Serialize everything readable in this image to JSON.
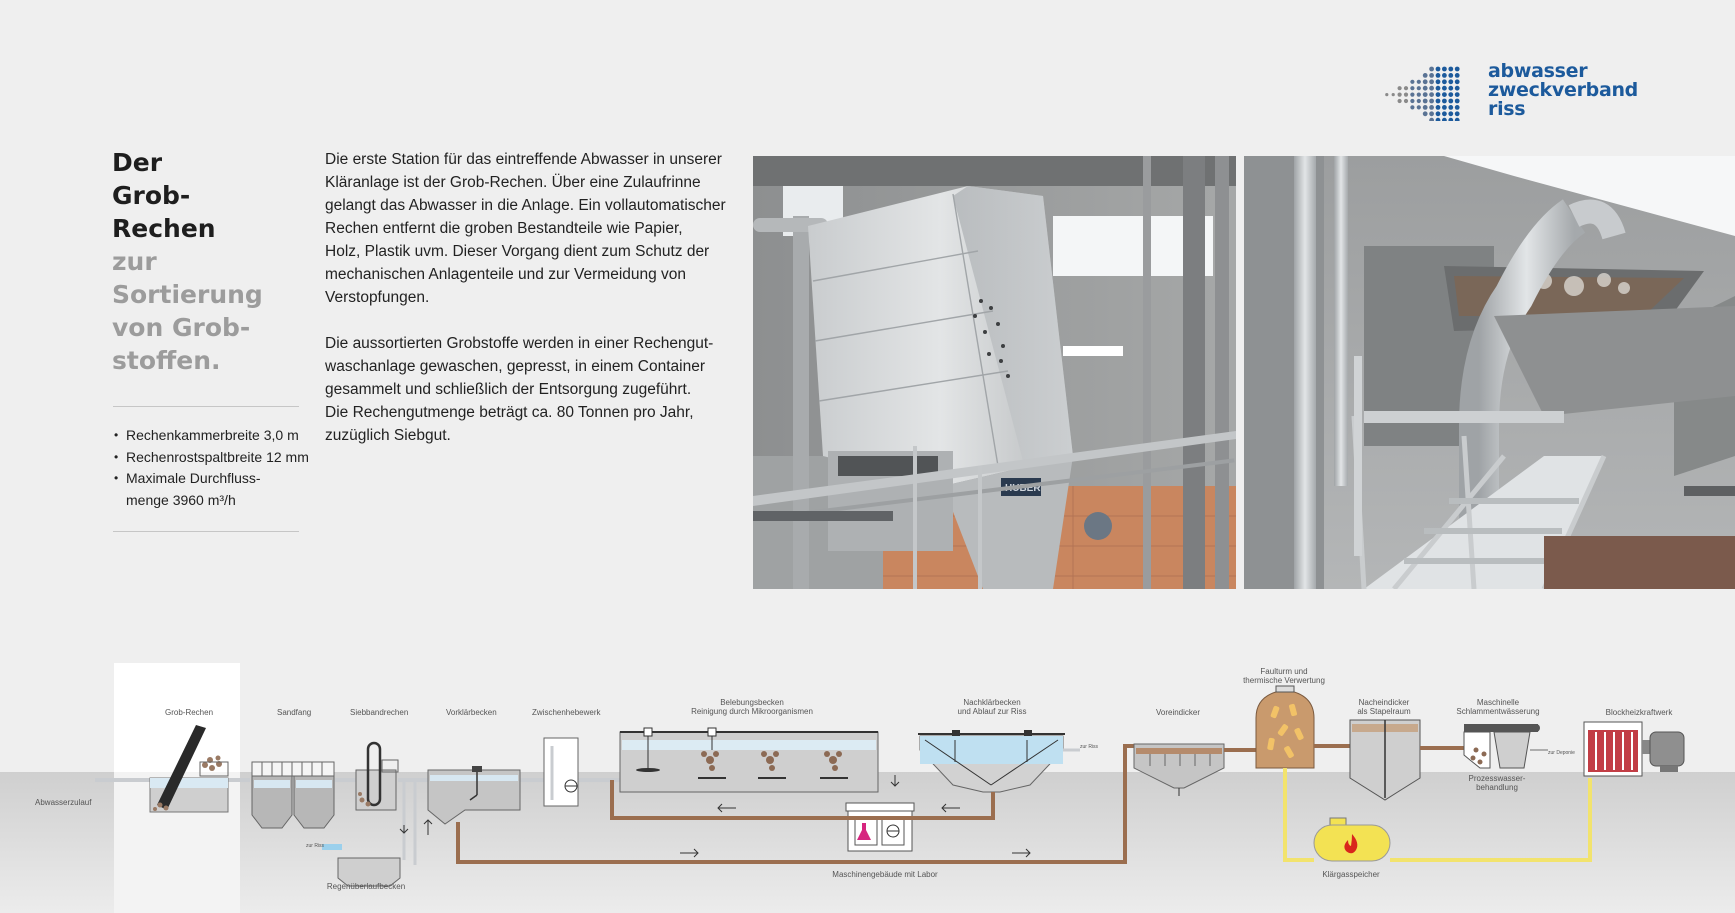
{
  "brand": {
    "logo_lines": [
      "abwasser",
      "zweckverband",
      "riss"
    ],
    "logo_color": "#1c5a9c",
    "dot_colors": [
      "#8a8a8a",
      "#5a7394",
      "#1c5a9c"
    ]
  },
  "heading": {
    "dark_lines": [
      "Der",
      "Grob-",
      "Rechen"
    ],
    "light_lines": [
      "zur",
      "Sortierung",
      "von Grob-",
      "stoffen."
    ]
  },
  "specs": [
    [
      "Rechenkammerbreite 3,0 m"
    ],
    [
      "Rechenrostspaltbreite 12 mm"
    ],
    [
      "Maximale Durchfluss-",
      "menge 3960 m³/h"
    ]
  ],
  "body": {
    "paragraph1": [
      "Die erste Station für das eintreffende Abwasser in unserer",
      "Kläranlage ist der Grob-Rechen. Über eine Zulaufrinne",
      "gelangt das Abwasser in die Anlage. Ein vollautomatischer",
      "Rechen entfernt die groben Bestandteile wie Papier,",
      "Holz, Plastik uvm. Dieser Vorgang dient zum Schutz der",
      "mechanischen Anlagenteile und zur Vermeidung von",
      "Verstopfungen."
    ],
    "paragraph2": [
      "Die aussortierten Grobstoffe werden in einer Rechengut-",
      "waschanlage gewaschen, gepresst, in einem Container",
      "gesammelt und schließlich der Entsorgung zugeführt.",
      "Die Rechengutmenge beträgt ca. 80 Tonnen pro Jahr,",
      "zuzüglich Siebgut."
    ]
  },
  "photos": {
    "photo1": {
      "sign_text": "HUBER"
    }
  },
  "diagram": {
    "labels": {
      "inflow": "Abwasserzulauf",
      "grob_rechen": "Grob-Rechen",
      "sandfang": "Sandfang",
      "siebbandrechen": "Siebbandrechen",
      "vorklaerbecken": "Vorklärbecken",
      "zwischenhebewerk": "Zwischenhebewerk",
      "belebung_1": "Belebungsbecken",
      "belebung_2": "Reinigung durch Mikroorganismen",
      "nachklaer_1": "Nachklärbecken",
      "nachklaer_2": "und Ablauf zur Riss",
      "zur_riss_1": "zur Riss",
      "zur_riss_2": "zur Riss",
      "voreindicker": "Voreindicker",
      "faulturm_1": "Faulturm und",
      "faulturm_2": "thermische Verwertung",
      "nacheindicker_1": "Nacheindicker",
      "nacheindicker_2": "als Stapelraum",
      "schlamm_1": "Maschinelle",
      "schlamm_2": "Schlammentwässerung",
      "zur_deponie": "zur Deponie",
      "prozess_1": "Prozesswasser-",
      "prozess_2": "behandlung",
      "bhkw": "Blockheizkraftwerk",
      "regen": "Regenüberlaufbecken",
      "maschinen": "Maschinengebäude mit Labor",
      "klaergas": "Klärgasspeicher"
    },
    "colors": {
      "sludge_pipe": "#9b6e4f",
      "gas_pipe": "#f2e36d",
      "water": "#bfe0f1",
      "highlight_panel": "#ffffff"
    }
  }
}
